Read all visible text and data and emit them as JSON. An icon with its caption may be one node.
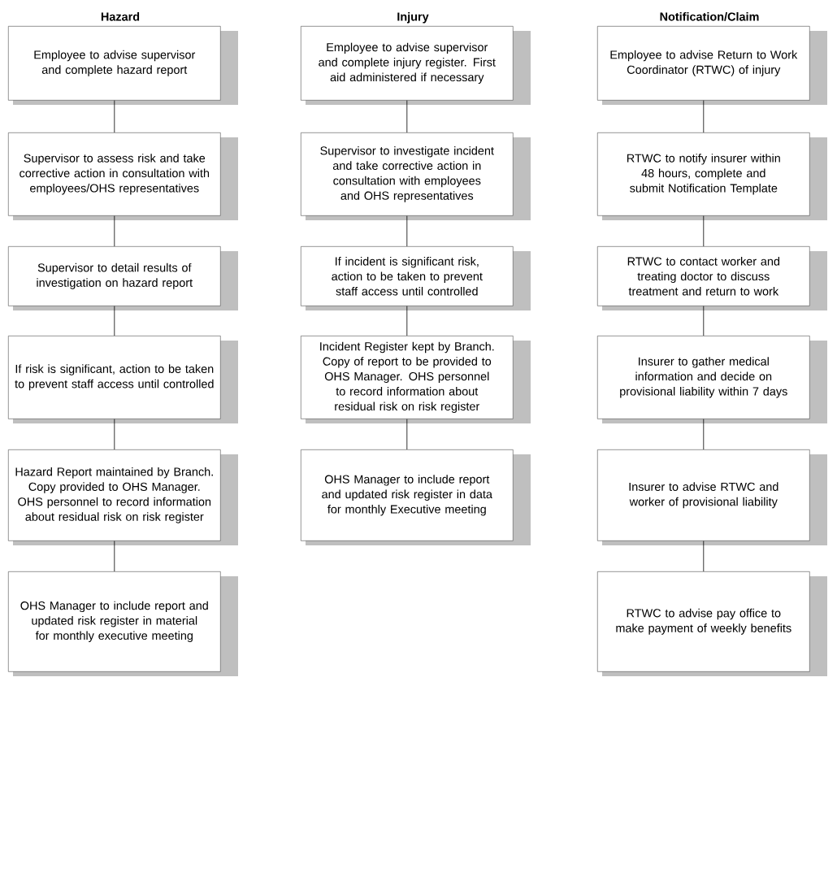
{
  "diagram": {
    "nodes": [
      {
        "text": [
          "Employee to advise supervisor and complete hazard report"
        ]
      },
      {
        "text": [
          "Supervisor to assess risk and take corrective action in consultation with employees/OHS representatives"
        ]
      },
      {
        "text": [
          "Supervisor to detail results of investigation on hazard report"
        ]
      },
      {
        "text": [
          "If risk is significant, action to be taken to prevent staff access until controlled"
        ]
      },
      {
        "text": [
          "Hazard Report maintained by Branch. Copy provided to OHS Manager. OHS personnel to record information about residual risk on risk register"
        ]
      },
      {
        "text": [
          "OHS Manager to include report and updated risk register in material for monthly executive meeting"
        ]
      },
      {
        "text": [
          "Employee to advise supervisor and complete injury register. First aid administered if necessary"
        ]
      },
      {
        "text": [
          "Supervisor to investigate incident and take corrective action in consultation with employees and OHS representatives"
        ]
      },
      {
        "text": [
          "If incident is significant risk, action to be taken to prevent staff access until controlled"
        ]
      },
      {
        "text": [
          "Incident Register kept by Branch. Copy of report to be provided to OHS Manager. OHS personnel to record information about residual risk on risk register"
        ]
      },
      {
        "text": [
          "OHS Manager to include report and updated risk register in data for monthly Executive meeting"
        ]
      },
      {
        "text": [
          "Employee to advise Return to Work Coordinator (RTWC) of injury"
        ]
      },
      {
        "text": [
          "RTWC to notify insurer within 48 hours, complete and submit Notification Template"
        ]
      },
      {
        "text": [
          "RTWC to contact worker and treating doctor to discuss treatment and return to work"
        ]
      },
      {
        "text": [
          "Insurer to gather medical information and decide on provisional liability within 7 days"
        ]
      },
      {
        "text": [
          "Insurer to advise RTWC and worker of provisional liability"
        ]
      },
      {
        "text": [
          "RTWC to advise pay office to make payment of weekly benefits"
        ]
      }
    ],
    "edges": [
      {
        "from": 0,
        "to": 1,
        "arrow": "none"
      },
      {
        "from": 1,
        "to": 2,
        "arrow": "none"
      },
      {
        "from": 2,
        "to": 3,
        "arrow": "none"
      },
      {
        "from": 3,
        "to": 4,
        "arrow": "none"
      },
      {
        "from": 4,
        "to": 5,
        "arrow": "none"
      },
      {
        "from": 6,
        "to": 7,
        "arrow": "none"
      },
      {
        "from": 7,
        "to": 8,
        "arrow": "none"
      },
      {
        "from": 8,
        "to": 9,
        "arrow": "none"
      },
      {
        "from": 9,
        "to": 10,
        "arrow": "none"
      },
      {
        "from": 11,
        "to": 12,
        "arrow": "none"
      },
      {
        "from": 12,
        "to": 13,
        "arrow": "none"
      },
      {
        "from": 13,
        "to": 14,
        "arrow": "none"
      },
      {
        "from": 14,
        "to": 15,
        "arrow": "none"
      },
      {
        "from": 15,
        "to": 16,
        "arrow": "none"
      }
    ],
    "labels": [
      "Hazard",
      "Injury",
      "Notification/Claim"
    ]
  }
}
